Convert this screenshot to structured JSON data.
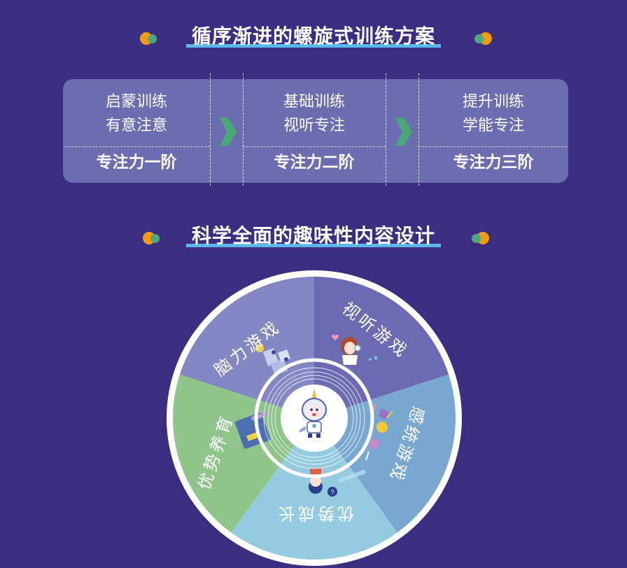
{
  "section1": {
    "title": "循序渐进的螺旋式训练方案"
  },
  "training": {
    "columns": [
      {
        "line1": "启蒙训练",
        "line2": "有意注意",
        "stage": "专注力一阶"
      },
      {
        "line1": "基础训练",
        "line2": "视听专注",
        "stage": "专注力二阶"
      },
      {
        "line1": "提升训练",
        "line2": "学能专注",
        "stage": "专注力三阶"
      }
    ],
    "arrow_icon": "chevron-right-icon"
  },
  "section2": {
    "title": "科学全面的趣味性内容设计"
  },
  "wheel": {
    "center_icon": "unicorn-astronaut-mascot",
    "segments": [
      {
        "label": "视听游戏",
        "color": "#6b6ab2",
        "icon": "girl-headphones-illustration"
      },
      {
        "label": "感统游戏",
        "color": "#78a7d1",
        "icon": "sensory-toys-illustration"
      },
      {
        "label": "优势成长",
        "color": "#95cbe1",
        "icon": "child-question-illustration"
      },
      {
        "label": "优势养育",
        "color": "#8fc48b",
        "icon": "abc-book-illustration"
      },
      {
        "label": "脑力游戏",
        "color": "#8387c3",
        "icon": "lightbulb-blocks-illustration"
      }
    ]
  },
  "colors": {
    "background": "#3a2d82",
    "card": "#6c6cb1",
    "accent_green": "#4fa77c",
    "accent_orange": "#f39a13",
    "underline_blue": "#5bb8ec"
  }
}
